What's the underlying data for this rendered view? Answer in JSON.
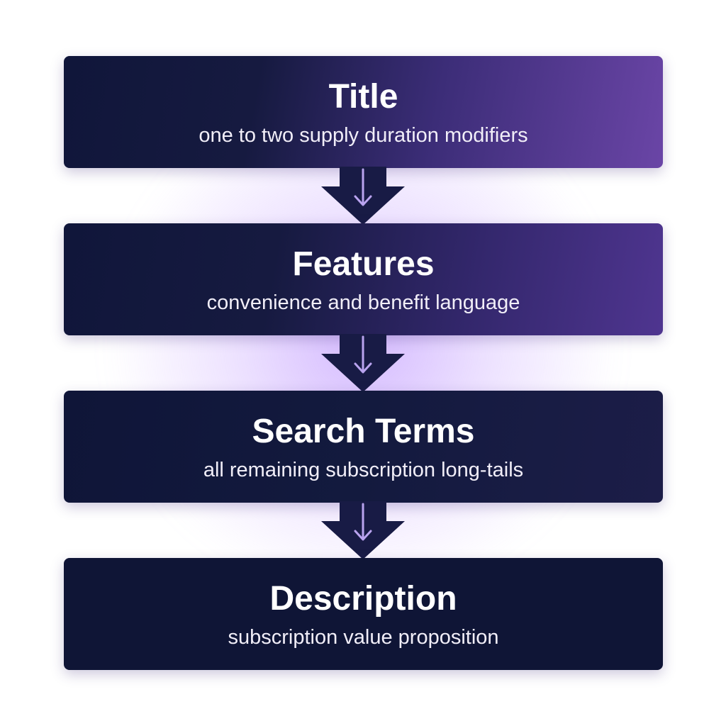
{
  "steps": [
    {
      "title": "Title",
      "subtitle": "one to two supply duration modifiers"
    },
    {
      "title": "Features",
      "subtitle": "convenience and benefit language"
    },
    {
      "title": "Search Terms",
      "subtitle": "all remaining subscription long-tails"
    },
    {
      "title": "Description",
      "subtitle": "subscription value proposition"
    }
  ],
  "colors": {
    "box_dark": "#10163a",
    "box_purple": "#6a45a6",
    "arrow_fill": "#181b45",
    "arrow_line": "#b9a3ef",
    "glow": "#b282ff"
  }
}
